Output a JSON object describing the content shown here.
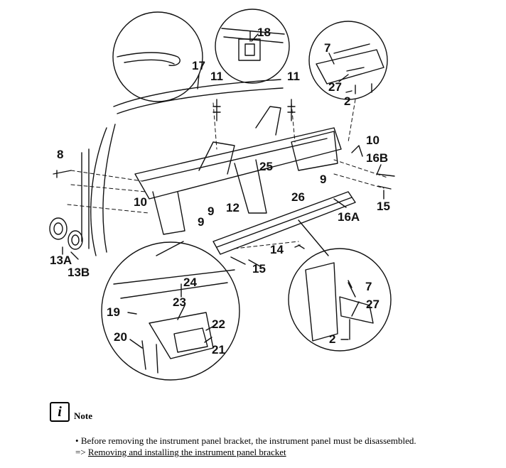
{
  "diagram": {
    "callouts": [
      "18",
      "7",
      "17",
      "11",
      "11",
      "27",
      "2",
      "10",
      "8",
      "16B",
      "25",
      "9",
      "26",
      "10",
      "9",
      "12",
      "15",
      "9",
      "16A",
      "13A",
      "14",
      "13B",
      "15",
      "24",
      "7",
      "19",
      "23",
      "22",
      "27",
      "20",
      "21",
      "2"
    ]
  },
  "note": {
    "icon": "info-i-icon",
    "icon_glyph": "i",
    "title": "Note",
    "bullet": "Before removing the instrument panel bracket, the instrument panel must be disassembled.",
    "arrow": "=>",
    "link_text": "Removing and installing the instrument panel bracket"
  }
}
